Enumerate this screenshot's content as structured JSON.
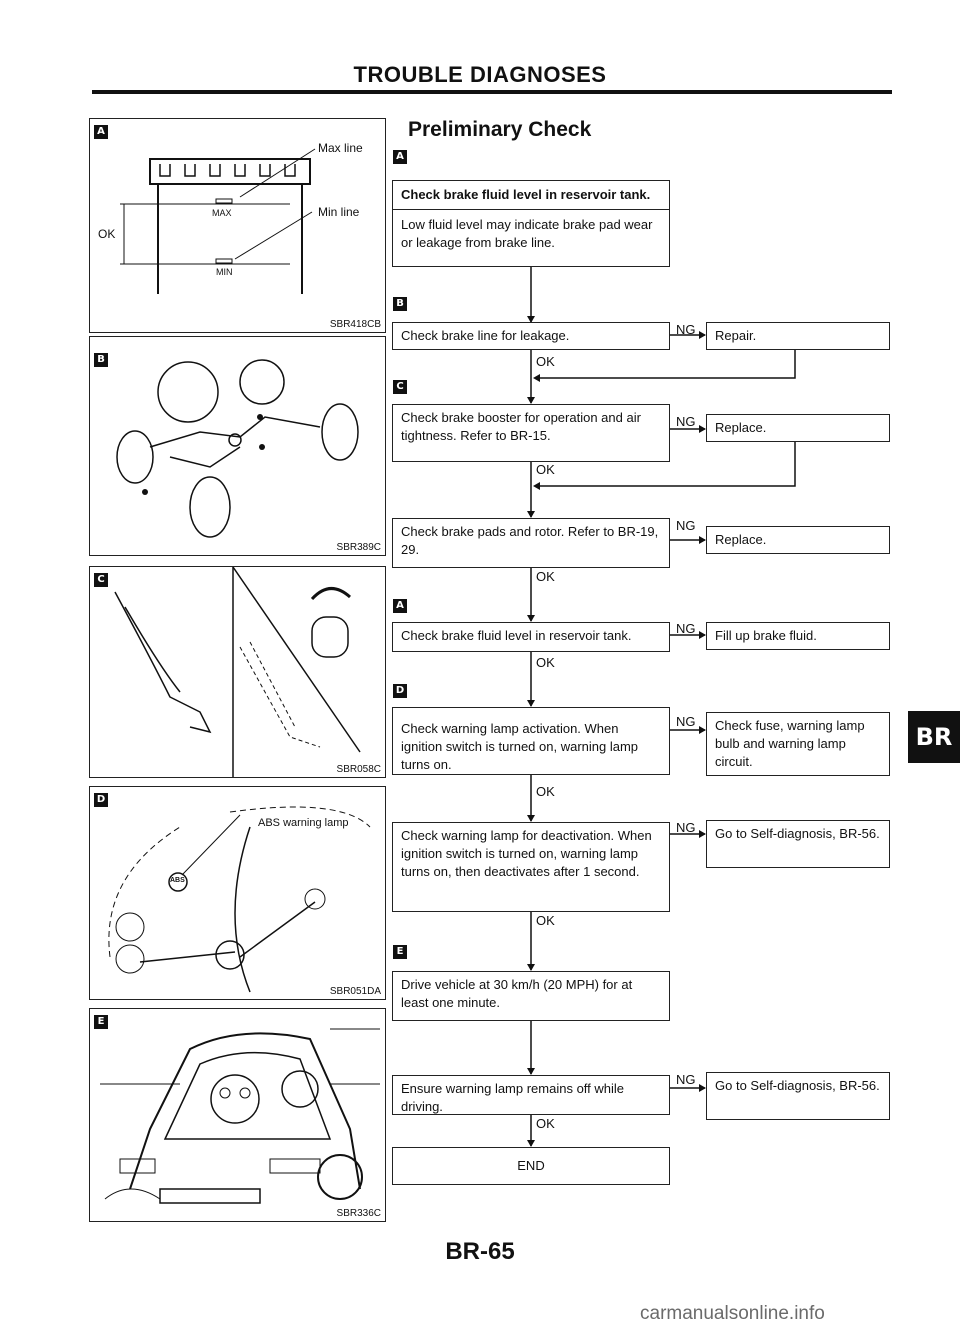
{
  "header": {
    "title": "TROUBLE DIAGNOSES"
  },
  "illustrations": {
    "a": {
      "badge": "A",
      "max_line": "Max line",
      "min_line": "Min line",
      "max_mark": "MAX",
      "min_mark": "MIN",
      "ok": "OK",
      "code": "SBR418CB"
    },
    "b": {
      "badge": "B",
      "code": "SBR389C"
    },
    "c": {
      "badge": "C",
      "code": "SBR058C"
    },
    "d": {
      "badge": "D",
      "abs_lamp": "ABS warning lamp",
      "abs_icon": "ABS",
      "code": "SBR051DA"
    },
    "e": {
      "badge": "E",
      "code": "SBR336C"
    }
  },
  "flowchart": {
    "title": "Preliminary Check",
    "badges": {
      "a1": "A",
      "b": "B",
      "c": "C",
      "a2": "A",
      "d": "D",
      "e": "E"
    },
    "step1": {
      "header": "Check brake fluid level in reservoir tank.",
      "body": "Low fluid level may indicate brake pad wear or leakage from brake line."
    },
    "step2": {
      "text": "Check brake line for leakage.",
      "ng_action": "Repair."
    },
    "step3": {
      "text": "Check brake booster for operation and air tightness. Refer to BR-15.",
      "ng_action": "Replace."
    },
    "step4": {
      "text": "Check brake pads and rotor. Refer to BR-19, 29.",
      "ng_action": "Replace."
    },
    "step5": {
      "text": "Check brake fluid level in reservoir tank.",
      "ng_action": "Fill up brake fluid."
    },
    "step6": {
      "text": "Check warning lamp activation. When ignition switch is turned on, warning lamp turns on.",
      "ng_action": "Check fuse, warning lamp bulb and warning lamp circuit."
    },
    "step7": {
      "text": "Check warning lamp for deactivation. When ignition switch is turned on, warning lamp turns on, then deactivates after 1 second.",
      "ng_action": "Go to Self-diagnosis, BR-56."
    },
    "step8": {
      "text": "Drive vehicle at 30 km/h (20 MPH) for at least one minute."
    },
    "step9": {
      "text": "Ensure warning lamp remains off while driving.",
      "ng_action": "Go to Self-diagnosis, BR-56."
    },
    "end": "END",
    "ok": "OK",
    "ng": "NG"
  },
  "section_tab": "BR",
  "footer": {
    "page": "BR-65",
    "watermark": "carmanualsonline.info"
  }
}
